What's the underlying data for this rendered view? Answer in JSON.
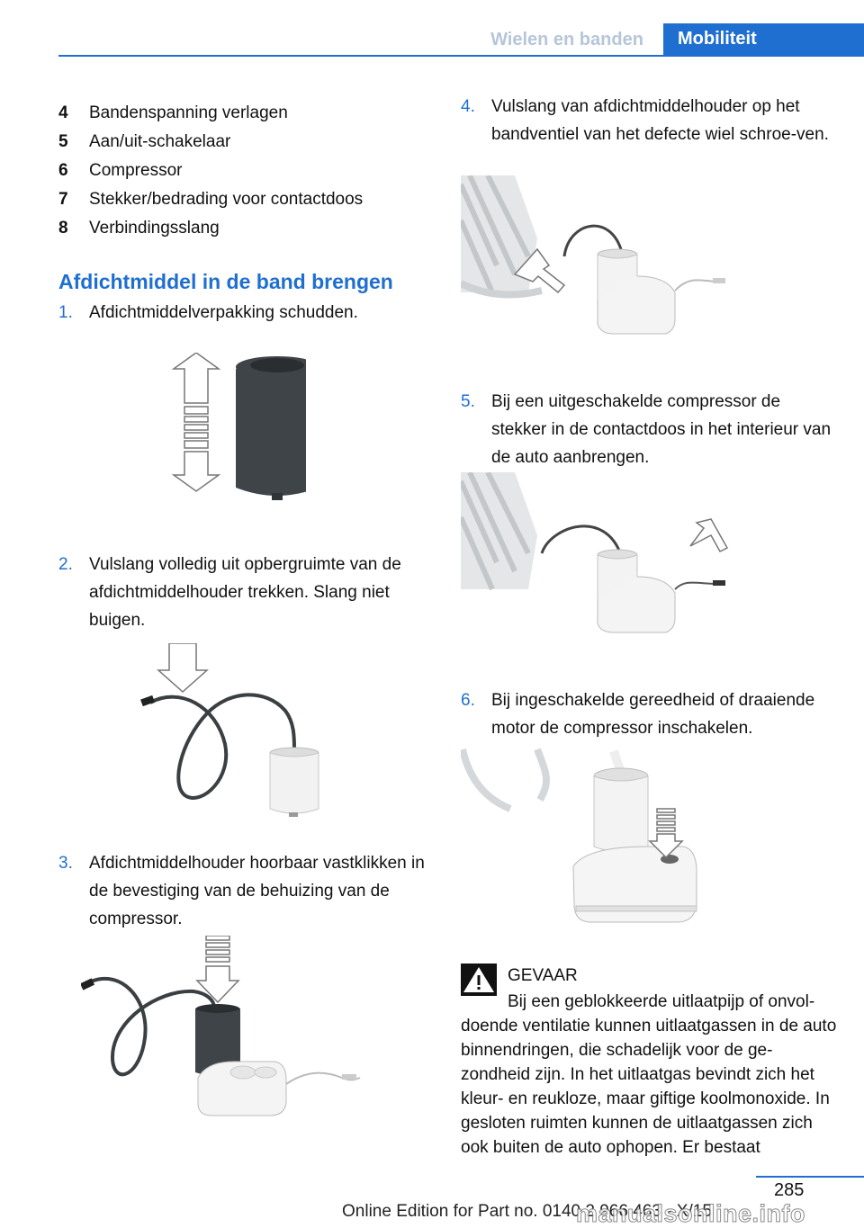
{
  "header": {
    "tab_section": "Wielen en banden",
    "tab_chapter": "Mobiliteit"
  },
  "legend": [
    {
      "num": "4",
      "text": "Bandenspanning verlagen"
    },
    {
      "num": "5",
      "text": "Aan/uit-schakelaar"
    },
    {
      "num": "6",
      "text": "Compressor"
    },
    {
      "num": "7",
      "text": "Stekker/bedrading voor contactdoos"
    },
    {
      "num": "8",
      "text": "Verbindingsslang"
    }
  ],
  "section_title": "Afdichtmiddel in de band brengen",
  "steps": [
    {
      "num": "1.",
      "text": "Afdichtmiddelverpakking schudden."
    },
    {
      "num": "2.",
      "text": "Vulslang volledig uit opbergruimte van de afdichtmiddelhouder trekken. Slang niet buigen."
    },
    {
      "num": "3.",
      "text": "Afdichtmiddelhouder hoorbaar vastklikken in de bevestiging van de behuizing van de compressor."
    },
    {
      "num": "4.",
      "text": "Vulslang van afdichtmiddelhouder op het bandventiel van het defecte wiel schroe‐ven."
    },
    {
      "num": "5.",
      "text": "Bij een uitgeschakelde compressor de stekker in de contactdoos in het interieur van de auto aanbrengen."
    },
    {
      "num": "6.",
      "text": "Bij ingeschakelde gereedheid of draaiende motor de compressor inschakelen."
    }
  ],
  "warning": {
    "icon": "warning-triangle-icon",
    "title": "GEVAAR",
    "text": "Bij een geblokkeerde uitlaatpijp of onvol‐doende ventilatie kunnen uitlaatgassen in de auto binnendringen, die schadelijk voor de ge‐zondheid zijn. In het uitlaatgas bevindt zich het kleur- en reukloze, maar giftige koolmonoxide. In gesloten ruimten kunnen de uitlaatgassen zich ook buiten de auto ophopen. Er bestaat"
  },
  "footer": {
    "page_number": "285",
    "edition": "Online Edition for Part no. 0140 2 966 463 - X/15",
    "watermark": "manualsonline.info"
  },
  "colors": {
    "accent": "#1f6fd1",
    "bottle_dark": "#3e4448"
  }
}
